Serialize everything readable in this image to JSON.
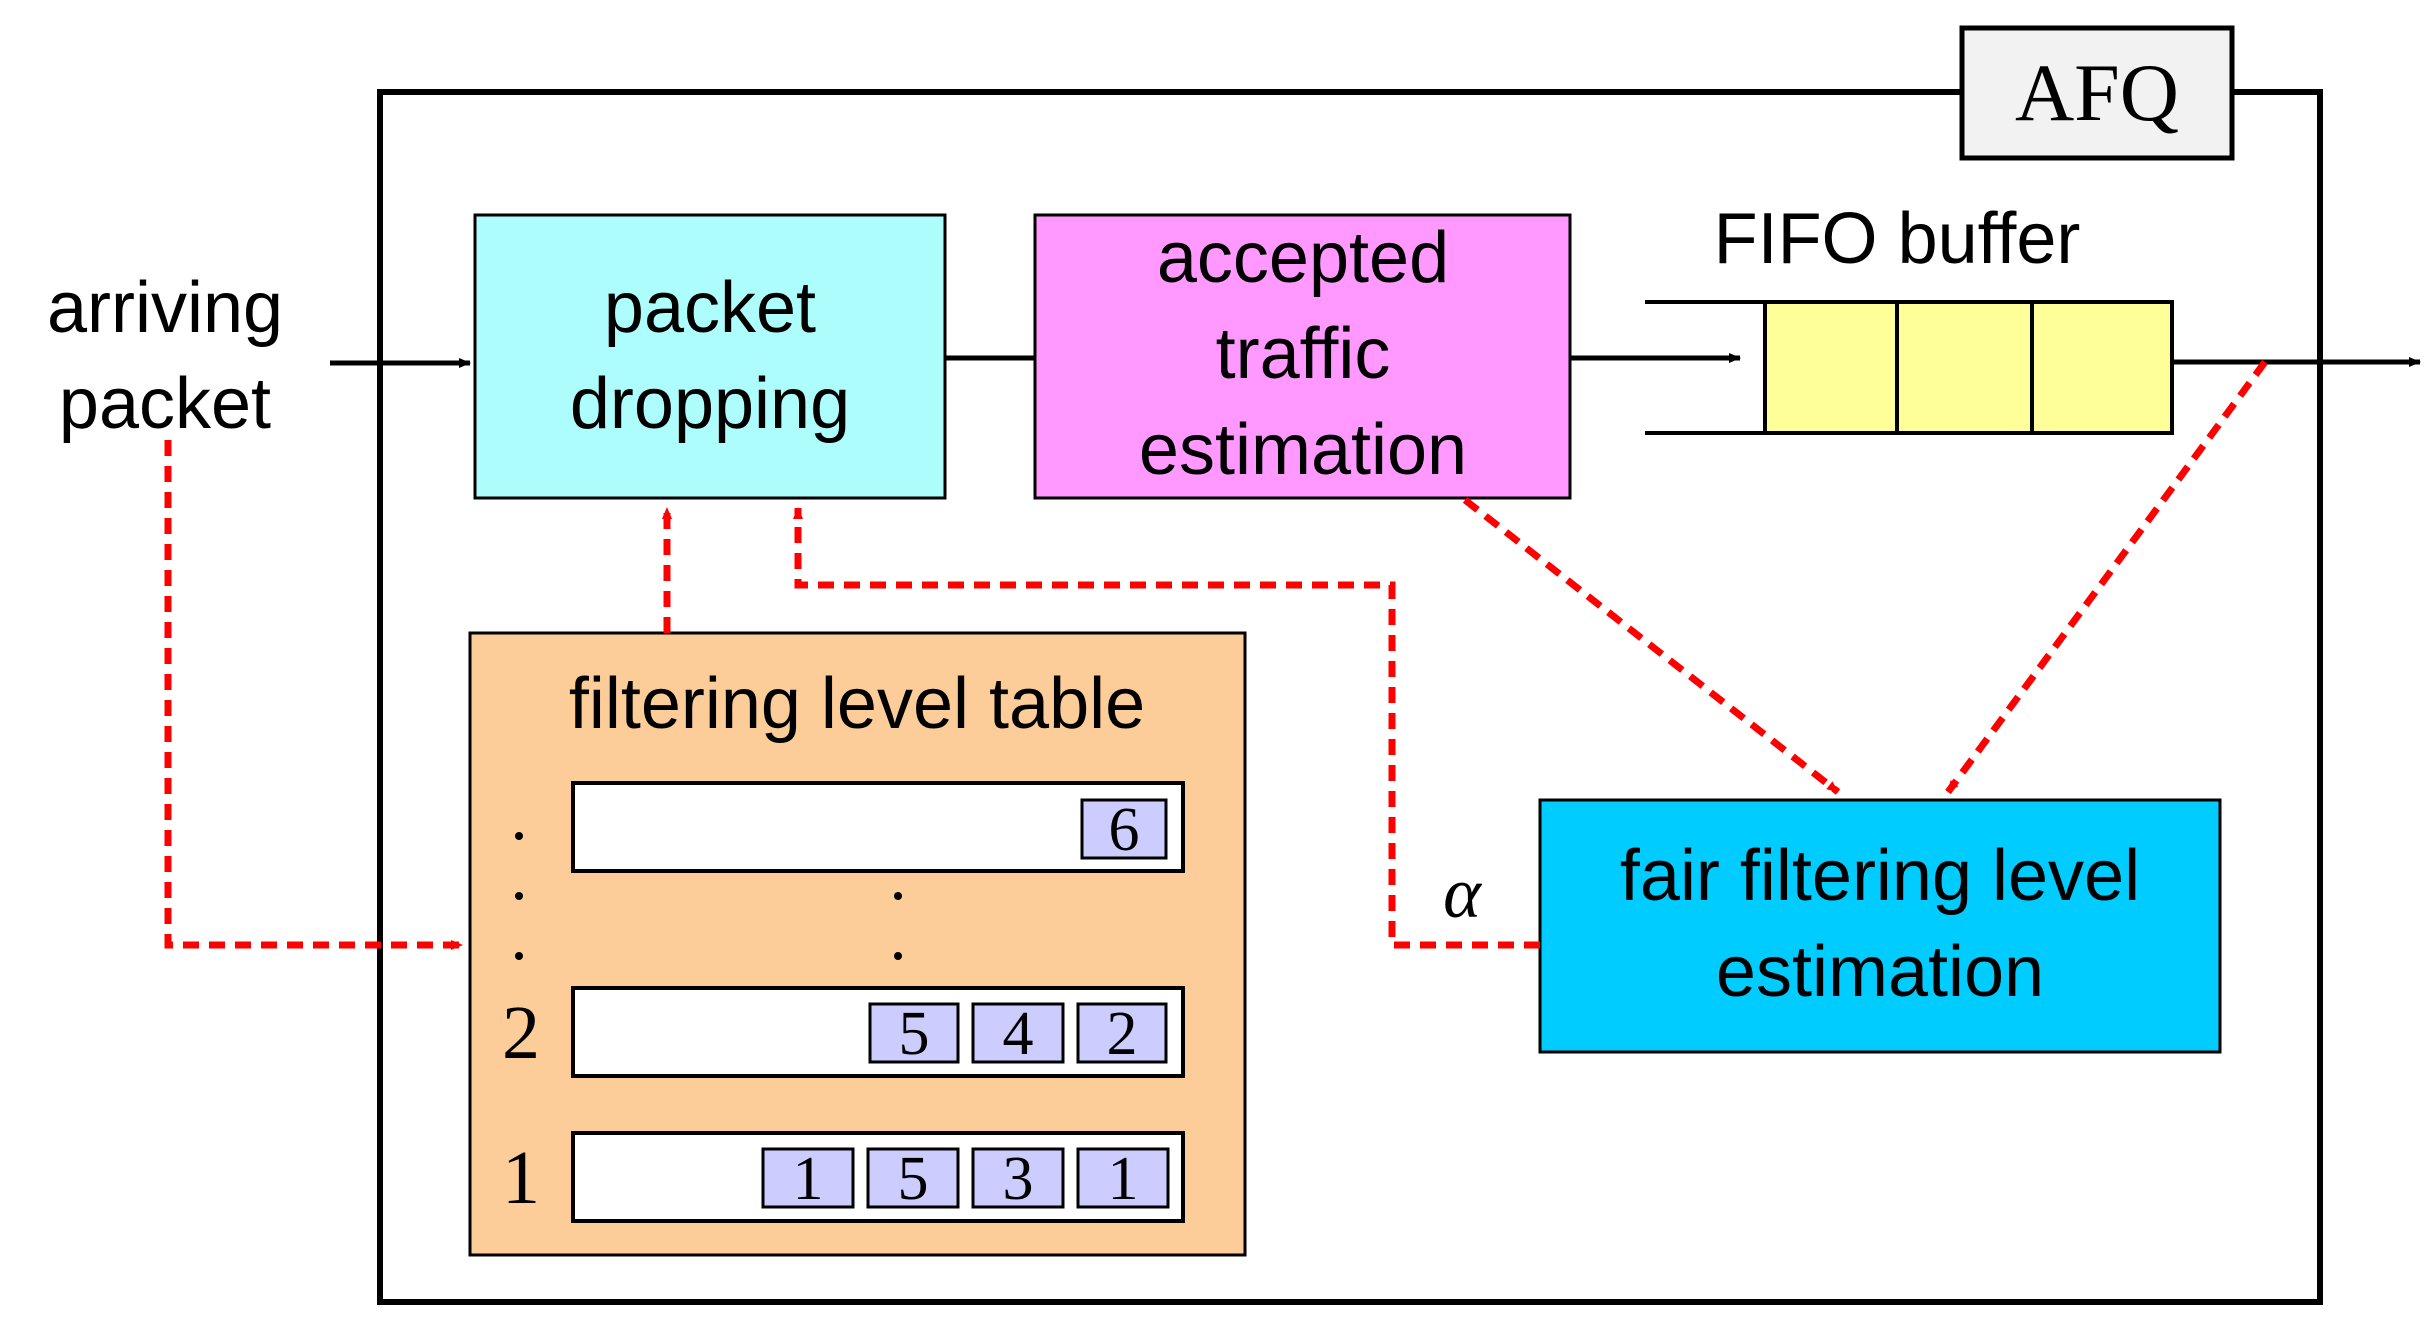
{
  "container": {
    "label": "AFQ"
  },
  "input": {
    "line1": "arriving",
    "line2": "packet"
  },
  "packet_dropping": {
    "line1": "packet",
    "line2": "dropping",
    "color": "#adfdfd"
  },
  "accepted_traffic": {
    "line1": "accepted",
    "line2": "traffic",
    "line3": "estimation",
    "color": "#ff99ff"
  },
  "fifo": {
    "label": "FIFO buffer",
    "slot_color": "#ffff99",
    "slots": 3
  },
  "filtering_table": {
    "title": "filtering level table",
    "color": "#fccc99",
    "rows": [
      {
        "level": "",
        "cells": [
          "6"
        ]
      },
      {
        "level": "2",
        "cells": [
          "5",
          "4",
          "2"
        ]
      },
      {
        "level": "1",
        "cells": [
          "1",
          "5",
          "3",
          "1"
        ]
      }
    ],
    "cell_color": "#ccccff"
  },
  "fair_filtering": {
    "line1": "fair filtering level",
    "line2": "estimation",
    "color": "#00ccff"
  },
  "alpha": {
    "symbol": "α"
  },
  "colors": {
    "dashed_arrow": "#ff0000",
    "solid_arrow": "#000000"
  }
}
